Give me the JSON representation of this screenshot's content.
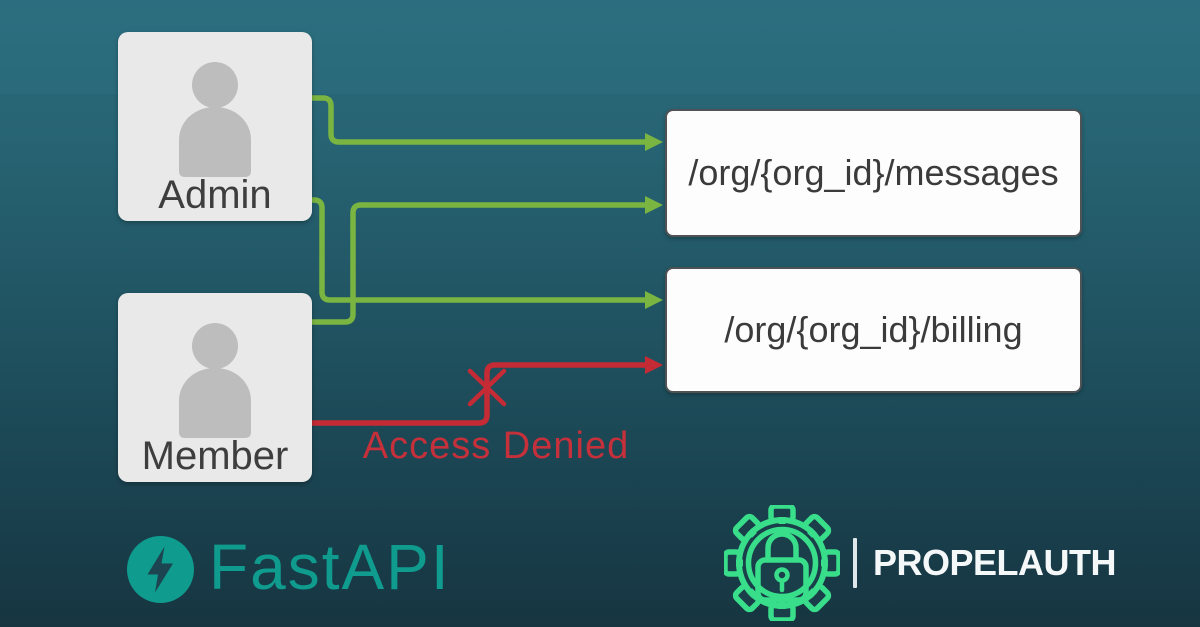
{
  "diagram_title": "FastAPI role-based access diagram",
  "actors": [
    {
      "id": "admin",
      "label": "Admin"
    },
    {
      "id": "member",
      "label": "Member"
    }
  ],
  "endpoints": [
    {
      "id": "messages",
      "label": "/org/{org_id}/messages"
    },
    {
      "id": "billing",
      "label": "/org/{org_id}/billing"
    }
  ],
  "connections": [
    {
      "from": "admin",
      "to": "messages",
      "status": "allowed"
    },
    {
      "from": "admin",
      "to": "billing",
      "status": "allowed"
    },
    {
      "from": "member",
      "to": "messages",
      "status": "allowed"
    },
    {
      "from": "member",
      "to": "billing",
      "status": "denied"
    }
  ],
  "annotations": {
    "access_denied": "Access Denied"
  },
  "branding": {
    "fastapi": {
      "name": "FastAPI"
    },
    "propelauth": {
      "name": "PROPELAUTH"
    }
  },
  "colors": {
    "background_top": "#2c6e7f",
    "background_bottom": "#142f3a",
    "allowed_arrow": "#7ab541",
    "denied_arrow": "#c52b35",
    "actor_card_bg": "#e9e9e9",
    "person_icon": "#bdbdbd",
    "endpoint_bg": "#fdfdfd",
    "endpoint_border": "#4f5355",
    "text_dark": "#3b3b3b",
    "fastapi_teal": "#0f9b8d",
    "propelauth_green": "#38de8a",
    "propelauth_text": "#f5f8f9"
  }
}
